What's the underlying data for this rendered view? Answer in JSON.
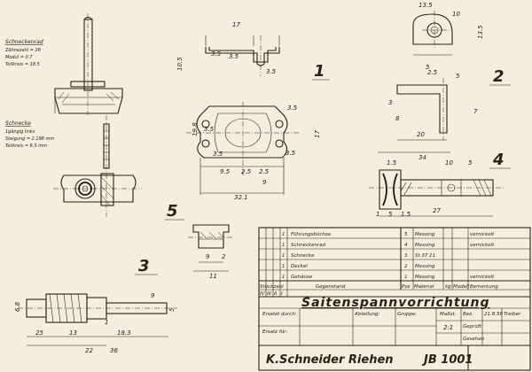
{
  "title_block": {
    "title": "Saitenspannvorrichtung",
    "maker": "K.Schneider Riehen",
    "drawing_no": "JB 1001",
    "scale": "2:1",
    "labels": {
      "ersatz_durch": "Ersetzt durch:",
      "ersatz_fuer": "Ersatz für:",
      "abteilung": "Abteilung:",
      "gruppe": "Gruppe:",
      "massst": "Maßst.",
      "bez": "Bez.",
      "gepr": "Geprüft",
      "gesehen": "Gesehen"
    },
    "date": "21.8.58",
    "name": "Treiber"
  },
  "parts_list": {
    "rows": [
      {
        "qty": "1",
        "name": "Führungsbüchse",
        "pos": "5",
        "material": "Messing",
        "remark": "vernickelt"
      },
      {
        "qty": "1",
        "name": "Schneckenrad",
        "pos": "4",
        "material": "Messing",
        "remark": "vernickelt"
      },
      {
        "qty": "1",
        "name": "Schnecke",
        "pos": "3",
        "material": "St 37.11",
        "remark": ""
      },
      {
        "qty": "1",
        "name": "Deckel",
        "pos": "2",
        "material": "Messing",
        "remark": ""
      },
      {
        "qty": "1",
        "name": "Gehäuse",
        "pos": "1",
        "material": "Messing",
        "remark": "vernickelt"
      }
    ],
    "header": {
      "stueckzahl": "Stückzahl",
      "gegenstand": "Gegenstand",
      "pos": "Pos",
      "material": "Material",
      "kg": "kg",
      "modell": "Modell",
      "bemerkung": "Bemerkung"
    },
    "qty_cols": [
      "IV",
      "III",
      "II",
      "I"
    ]
  },
  "notes": {
    "schneckenrad": {
      "heading": "Schneckenrad",
      "lines": [
        "Zähnezahl = 26",
        "Modul = 0.7",
        "Teilkreis = 18.5"
      ]
    },
    "schnecke": {
      "heading": "Schnecke",
      "lines": [
        "1gängig links",
        "Steigung = 2.198 mm",
        "Teilkreis = 6.5 mm"
      ]
    }
  },
  "part_numbers": {
    "p1": "1",
    "p2": "2",
    "p3": "3",
    "p4": "4",
    "p5": "5"
  },
  "dimensions": {
    "p1": [
      "32.1",
      "9.5",
      "2.5",
      "2.5",
      "9",
      "19.8",
      "17",
      "3.5",
      "3.5",
      "3.5",
      "3.5",
      "3.5",
      "10.5"
    ],
    "p2": [
      "20",
      "8",
      "34",
      "2.5",
      "5",
      "7",
      "3"
    ],
    "p3": [
      "25",
      "13",
      "22",
      "36",
      "1",
      "18.3",
      "6.8",
      "5",
      "9"
    ],
    "p4": [
      "27",
      "10",
      "5",
      "1",
      "5",
      "1.5"
    ],
    "p5": [
      "9",
      "2",
      "11"
    ],
    "top": [
      "13.5",
      "10",
      "5"
    ]
  }
}
